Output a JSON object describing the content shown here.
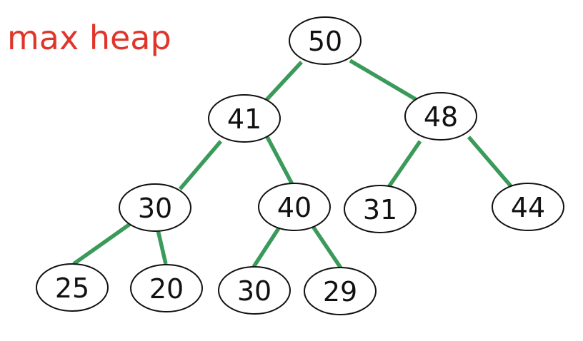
{
  "title": "max heap",
  "colors": {
    "title": "#e0352b",
    "edge": "#3a9a5a",
    "node_fill": "#ffffff",
    "node_stroke": "#111111"
  },
  "nodes": [
    {
      "id": "n0",
      "value": "50"
    },
    {
      "id": "n1",
      "value": "41"
    },
    {
      "id": "n2",
      "value": "48"
    },
    {
      "id": "n3",
      "value": "30"
    },
    {
      "id": "n4",
      "value": "40"
    },
    {
      "id": "n5",
      "value": "31"
    },
    {
      "id": "n6",
      "value": "44"
    },
    {
      "id": "n7",
      "value": "25"
    },
    {
      "id": "n8",
      "value": "20"
    },
    {
      "id": "n9",
      "value": "30"
    },
    {
      "id": "n10",
      "value": "29"
    }
  ],
  "edges": [
    {
      "from": "n0",
      "to": "n1"
    },
    {
      "from": "n0",
      "to": "n2"
    },
    {
      "from": "n1",
      "to": "n3"
    },
    {
      "from": "n1",
      "to": "n4"
    },
    {
      "from": "n2",
      "to": "n5"
    },
    {
      "from": "n2",
      "to": "n6"
    },
    {
      "from": "n3",
      "to": "n7"
    },
    {
      "from": "n3",
      "to": "n8"
    },
    {
      "from": "n4",
      "to": "n9"
    },
    {
      "from": "n4",
      "to": "n10"
    }
  ]
}
